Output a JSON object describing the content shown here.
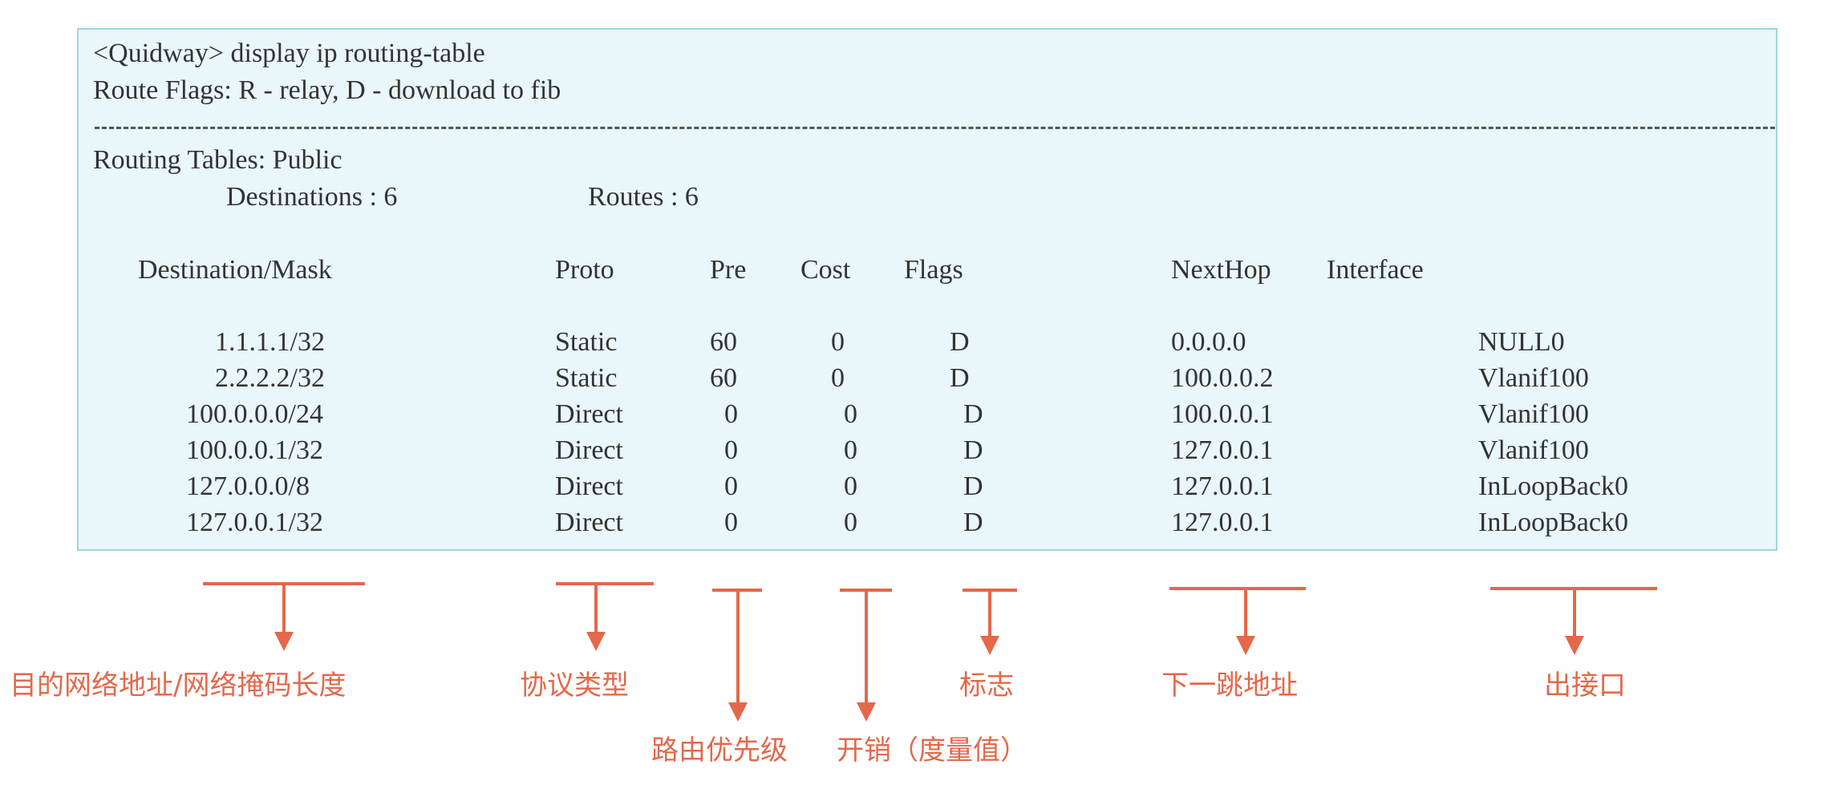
{
  "terminal": {
    "command": "<Quidway> display ip routing-table",
    "route_flags": "Route Flags: R - relay, D - download to fib",
    "table_name": "Routing Tables: Public",
    "destinations": "Destinations : 6",
    "routes": "Routes : 6"
  },
  "table": {
    "headers": [
      "Destination/Mask",
      "Proto",
      "Pre",
      "Cost",
      "Flags",
      "NextHop",
      "Interface"
    ],
    "rows": [
      [
        "1.1.1.1/32",
        "Static",
        "60",
        "0",
        "D",
        "0.0.0.0",
        "NULL0"
      ],
      [
        "2.2.2.2/32",
        "Static",
        "60",
        "0",
        "D",
        "100.0.0.2",
        "Vlanif100"
      ],
      [
        "100.0.0.0/24",
        "Direct",
        "0",
        "0",
        "D",
        "100.0.0.1",
        "Vlanif100"
      ],
      [
        "100.0.0.1/32",
        "Direct",
        "0",
        "0",
        "D",
        "127.0.0.1",
        "Vlanif100"
      ],
      [
        "127.0.0.0/8",
        "Direct",
        "0",
        "0",
        "D",
        "127.0.0.1",
        "InLoopBack0"
      ],
      [
        "127.0.0.1/32",
        "Direct",
        "0",
        "0",
        "D",
        "127.0.0.1",
        "InLoopBack0"
      ]
    ]
  },
  "annotations": {
    "destination_mask": "目的网络地址/网络掩码长度",
    "protocol": "协议类型",
    "preference": "路由优先级",
    "cost": "开销（度量值）",
    "flags": "标志",
    "nexthop": "下一跳地址",
    "interface": "出接口"
  },
  "colors": {
    "terminal_bg": "#e9f6fa",
    "terminal_border": "#9fd3e4",
    "annotation": "#e4684a",
    "text": "#333333"
  }
}
